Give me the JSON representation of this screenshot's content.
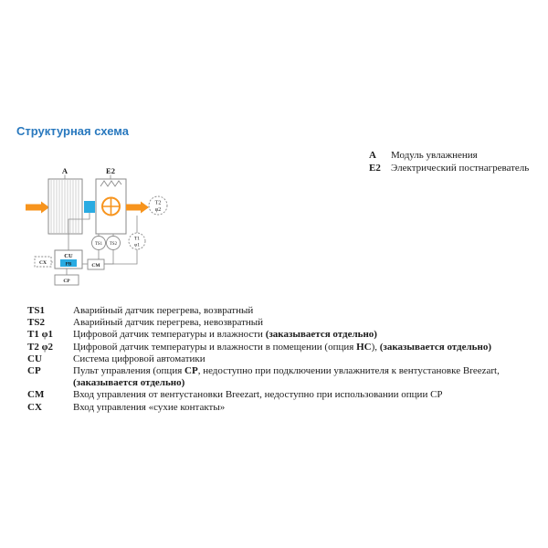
{
  "page": {
    "title": "Структурная схема"
  },
  "colors": {
    "accent_blue": "#2878be",
    "airflow_orange": "#f7941d",
    "component_blue": "#29abe2",
    "outline_gray": "#8a8a8a"
  },
  "diagram": {
    "labels": {
      "module_a": "A",
      "reheater_e2": "E2",
      "t2_line1": "Т2",
      "t2_line2": "φ2",
      "ts1": "TS1",
      "ts2": "TS2",
      "t1_line1": "Т1",
      "t1_line2": "φ1",
      "cu": "CU",
      "pb": "РВ",
      "cm": "CM",
      "cx": "CX",
      "cp": "CP"
    }
  },
  "legend": {
    "items": [
      {
        "term": "A",
        "desc": "Модуль увлажнения"
      },
      {
        "term": "E2",
        "desc": "Электрический постнагреватель"
      }
    ]
  },
  "definitions": {
    "rows": [
      {
        "term": "TS1",
        "segments": [
          {
            "text": "Аварийный датчик перегрева, возвратный",
            "bold": false
          }
        ]
      },
      {
        "term": "TS2",
        "segments": [
          {
            "text": "Аварийный датчик перегрева, невозвратный",
            "bold": false
          }
        ]
      },
      {
        "term": "Т1 φ1",
        "segments": [
          {
            "text": "Цифровой датчик температуры и влажности ",
            "bold": false
          },
          {
            "text": "(заказывается отдельно)",
            "bold": true
          }
        ]
      },
      {
        "term": "Т2 φ2",
        "segments": [
          {
            "text": "Цифровой датчик температуры и влажности в помещении (опция ",
            "bold": false
          },
          {
            "text": "НС",
            "bold": true
          },
          {
            "text": "), ",
            "bold": false
          },
          {
            "text": "(заказывается отдельно)",
            "bold": true
          }
        ]
      },
      {
        "term": "CU",
        "segments": [
          {
            "text": "Система цифровой автоматики",
            "bold": false
          }
        ]
      },
      {
        "term": "CP",
        "segments": [
          {
            "text": "Пульт управления (опция ",
            "bold": false
          },
          {
            "text": "СР",
            "bold": true
          },
          {
            "text": ", недоступно при подключении увлажнителя к вентустановке Breezart, ",
            "bold": false
          },
          {
            "text": "(заказывается отдельно)",
            "bold": true,
            "break": true
          }
        ]
      },
      {
        "term": "CM",
        "segments": [
          {
            "text": "Вход управления от вентустановки Breezart, недоступно при использовании опции СР",
            "bold": false
          }
        ]
      },
      {
        "term": "CX",
        "segments": [
          {
            "text": "Вход управления «сухие контакты»",
            "bold": false
          }
        ]
      }
    ]
  }
}
